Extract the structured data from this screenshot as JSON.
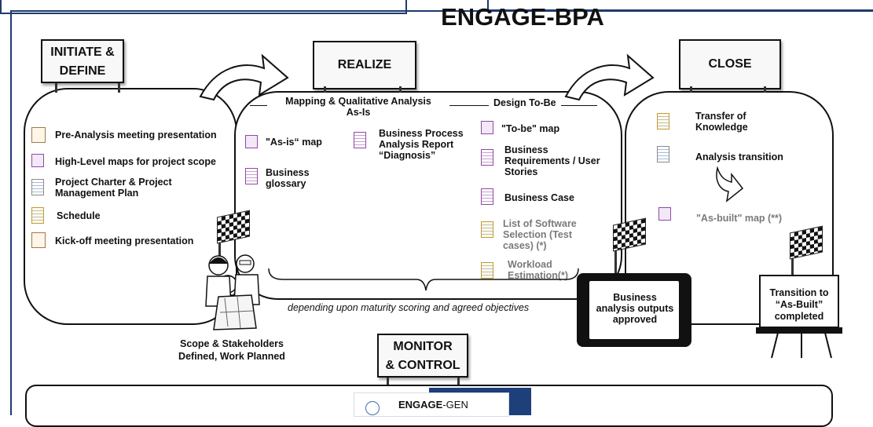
{
  "title": "ENGAGE-BPA",
  "phases": {
    "initiate": {
      "label_line1": "INITIATE &",
      "label_line2": "DEFINE"
    },
    "realize": {
      "label": "REALIZE"
    },
    "close": {
      "label": "CLOSE"
    },
    "monitor": {
      "label_line1": "MONITOR",
      "label_line2": "& CONTROL"
    }
  },
  "initiate_items": [
    {
      "label": "Pre-Analysis meeting presentation",
      "icon": "presentation-icon"
    },
    {
      "label": "High-Level maps for project scope",
      "icon": "map-icon"
    },
    {
      "label": "Project Charter & Project Management Plan",
      "icon": "document-icon"
    },
    {
      "label": "Schedule",
      "icon": "document-icon"
    },
    {
      "label": "Kick-off meeting presentation",
      "icon": "presentation-icon"
    }
  ],
  "realize": {
    "mapping_header_line1": "Mapping & Qualitative Analysis",
    "mapping_header_line2": "As-Is",
    "design_header": "Design To-Be",
    "asis_map": "\"As-is“ map",
    "glossary": "Business glossary",
    "report": "Business Process Analysis Report “Diagnosis”",
    "tobe_map": "\"To-be\" map",
    "requirements": "Business Requirements / User Stories",
    "business_case": "Business Case",
    "software_selection": "List of Software Selection (Test cases) (*)",
    "workload": "Workload Estimation(*)",
    "maturity_note": "depending upon maturity scoring and agreed objectives"
  },
  "close_items": {
    "transfer": "Transfer of Knowledge",
    "transition": "Analysis transition",
    "asbuilt": "\"As-built\" map (**)"
  },
  "milestones": {
    "scope": "Scope & Stakeholders Defined, Work Planned",
    "outputs": "Business analysis outputs approved",
    "transition": "Transition to “As-Built” completed"
  },
  "footer": {
    "brand_bold": "ENGAGE",
    "brand_rest": "-GEN"
  },
  "colors": {
    "frame": "#1f3a6e",
    "footer_badge": "#1d3f7a",
    "doc_purple": "#8f4aa1"
  }
}
